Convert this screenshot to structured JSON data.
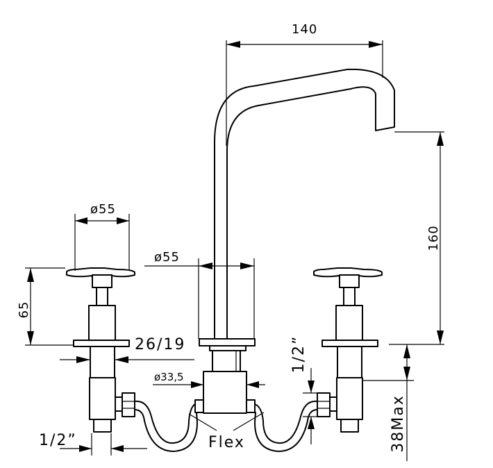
{
  "dimensions": {
    "spout_reach": "140",
    "spout_height": "160",
    "handle_diameter": "ø55",
    "spout_base_diameter": "ø55",
    "handle_height": "65",
    "mounting_hole": "26/19",
    "body_diameter": "ø33,5",
    "inlet_thread_left": "1/2”",
    "inlet_thread_right": "1/2”",
    "max_deck_thickness": "38Max",
    "hose_label": "Flex"
  }
}
